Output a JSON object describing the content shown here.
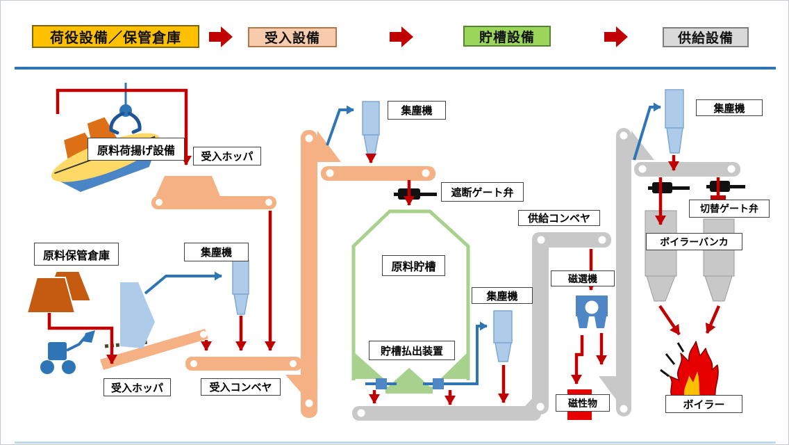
{
  "header": {
    "stages": [
      {
        "label": "荷役設備／保管倉庫",
        "color": "#FFC000"
      },
      {
        "label": "受入設備",
        "color": "#F8CBAD"
      },
      {
        "label": "貯槽設備",
        "color": "#9BD55A"
      },
      {
        "label": "供給設備",
        "color": "#D9D9D9"
      }
    ],
    "arrow_color": "#C00000",
    "divider_color": "#2E75B6"
  },
  "labels": {
    "unloader": "原料荷揚げ設備",
    "hopper1": "受入ホッパ",
    "storage": "原料保管倉庫",
    "dust_left": "集塵機",
    "hopper2": "受入ホッパ",
    "conv_receive": "受入コンベヤ",
    "dust_center": "集塵機",
    "gate_shut": "遮断ゲート弁",
    "conv_supply": "供給コンベヤ",
    "silo": "原料貯槽",
    "dust_center_right": "集塵機",
    "discharger": "貯槽払出装置",
    "mag_separator": "磁選機",
    "mag_material": "磁性物",
    "gate_switch": "切替ゲート弁",
    "bunker": "ボイラーバンカ",
    "dust_right": "集塵機",
    "boiler": "ボイラー"
  },
  "colors": {
    "flow_arrow_red": "#C00000",
    "dust_air_blue": "#2E75B6",
    "receiving_orange": "#F5B183",
    "supply_gray": "#C8C8C8",
    "silo_green": "#A9D18E",
    "equipment_lightblue": "#AECBEA",
    "magnet_blue": "#4E86C6",
    "magnetic_red_box": "#E60000",
    "flame_red": "#E60000",
    "flame_yellow": "#FFC000",
    "ship_deck_yellow": "#FFD966",
    "ship_hull_blue": "#4A86C5",
    "material_brown": "#C55A11",
    "valve_black": "#111111"
  }
}
